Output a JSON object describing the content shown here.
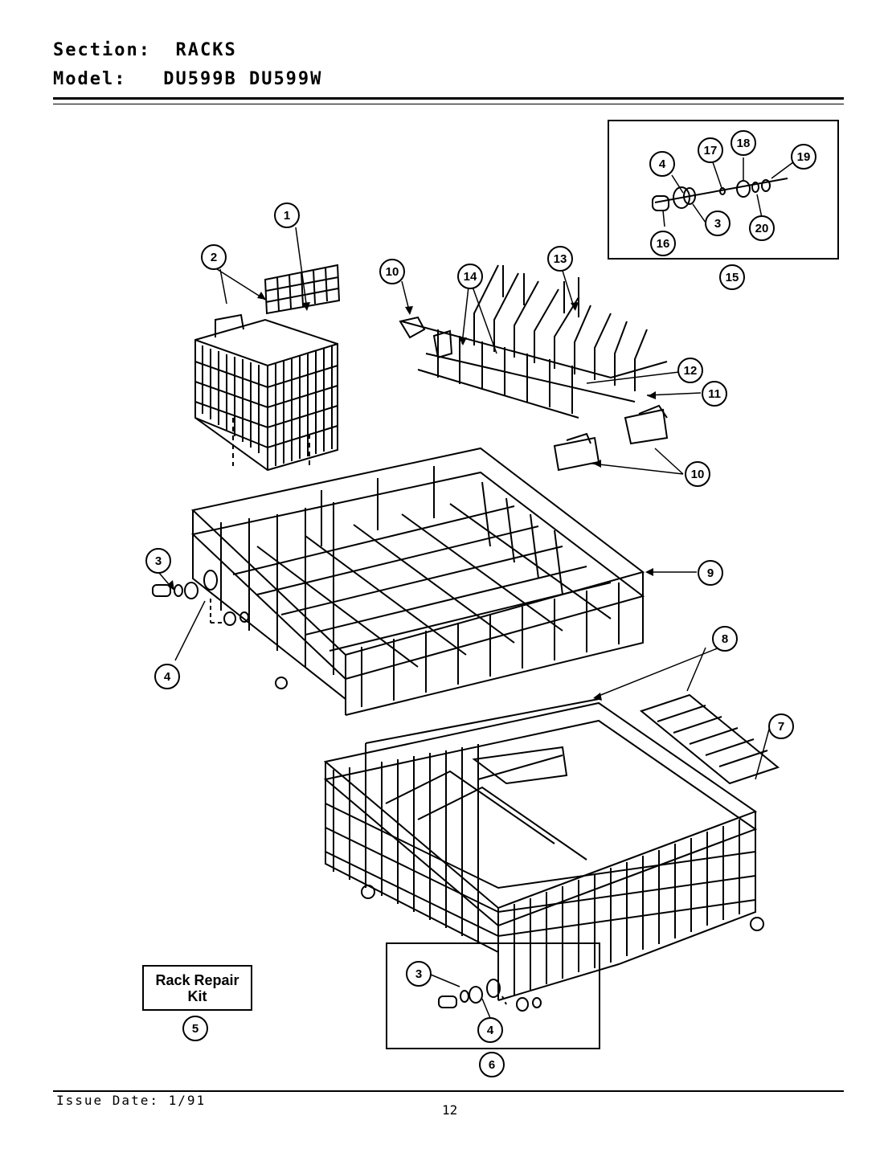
{
  "header": {
    "section_label": "Section:",
    "section_value": "RACKS",
    "model_label": "Model:",
    "model_values": "DU599B  DU599W"
  },
  "kit": {
    "line1": "Rack Repair",
    "line2": "Kit"
  },
  "callouts": {
    "c1": "1",
    "c2": "2",
    "c3a": "3",
    "c3b": "3",
    "c3c": "3",
    "c4a": "4",
    "c4b": "4",
    "c4c": "4",
    "c5": "5",
    "c6": "6",
    "c7": "7",
    "c8": "8",
    "c9": "9",
    "c10a": "10",
    "c10b": "10",
    "c11": "11",
    "c12": "12",
    "c13": "13",
    "c14": "14",
    "c15": "15",
    "c16": "16",
    "c17": "17",
    "c18": "18",
    "c19": "19",
    "c20": "20"
  },
  "footer": {
    "issue_date": "Issue Date: 1/91",
    "page_number": "12"
  }
}
